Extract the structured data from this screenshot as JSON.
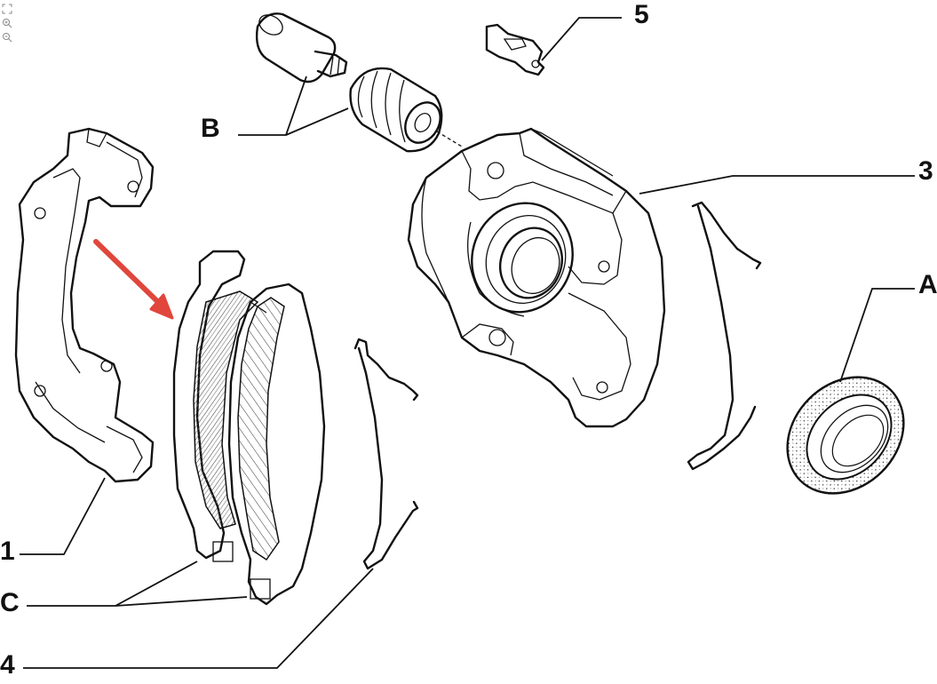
{
  "callouts": {
    "c1": "1",
    "cC": "C",
    "c4": "4",
    "cB": "B",
    "c5": "5",
    "c3": "3",
    "cA": "A"
  },
  "toolbar": {
    "fit_icon": "fit-screen-icon",
    "zoom_in_icon": "zoom-in-icon",
    "zoom_out_icon": "zoom-out-icon"
  },
  "colors": {
    "line": "#111111",
    "arrow": "#e0463c",
    "background": "#ffffff"
  }
}
